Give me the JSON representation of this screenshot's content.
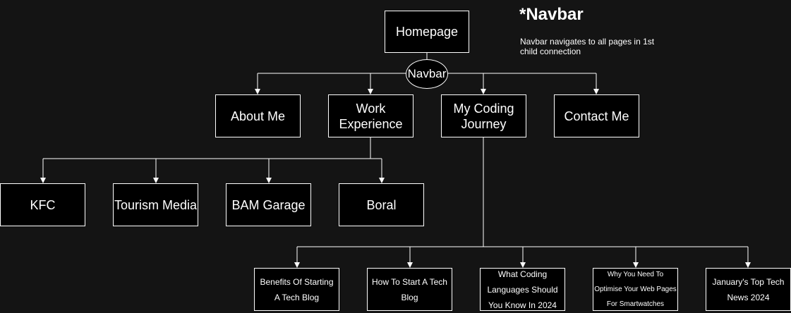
{
  "root": {
    "label": "Homepage"
  },
  "navbar": {
    "label": "Navbar"
  },
  "pages": [
    {
      "label": "About Me"
    },
    {
      "label": "Work\nExperience"
    },
    {
      "label": "My Coding\nJourney"
    },
    {
      "label": "Contact Me"
    }
  ],
  "work_experience": [
    {
      "label": "KFC"
    },
    {
      "label": "Tourism Media"
    },
    {
      "label": "BAM Garage"
    },
    {
      "label": "Boral"
    }
  ],
  "coding_journey": [
    {
      "label": "Benefits Of Starting\nA Tech Blog"
    },
    {
      "label": "How To Start A Tech\nBlog"
    },
    {
      "label": "What Coding\nLanguages Should\nYou Know In 2024"
    },
    {
      "label": "Why You Need To\nOptimise Your Web Pages\nFor Smartwatches"
    },
    {
      "label": "January's Top Tech\nNews 2024"
    }
  ],
  "note": {
    "title": "*Navbar",
    "text": "Navbar navigates to all pages in 1st child connection"
  },
  "colors": {
    "background": "#141414",
    "box": "#000000",
    "line": "#ffffff"
  }
}
